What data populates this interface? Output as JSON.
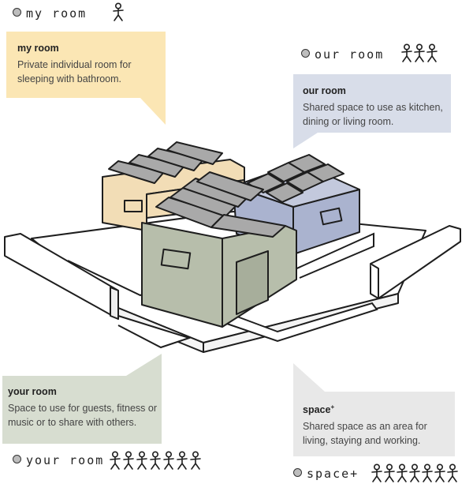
{
  "callouts": {
    "my_room": {
      "title": "my room",
      "text": "Private individual room for sleeping with bathroom."
    },
    "our_room": {
      "title": "our room",
      "text": "Shared space to use as kitchen, dining or living room."
    },
    "your_room": {
      "title": "your room",
      "text": "Space to use for guests, fitness or music or to share with others."
    },
    "space_plus": {
      "title": "space",
      "title_sup": "+",
      "text": "Shared space as an area for living, staying and working."
    }
  },
  "tags": {
    "my_room": "my room",
    "our_room": "our room",
    "your_room": "your room",
    "space_plus": "space+"
  },
  "colors": {
    "my_room": "#fbe6b4",
    "our_room": "#d8dde9",
    "your_room": "#d7ddd0",
    "space_plus": "#e8e8e8",
    "box_my": "#f2ddb6",
    "box_our": "#aab3cf",
    "box_your": "#b7beab",
    "roof": "#a9a9a9"
  },
  "people_counts": {
    "my_room": 1,
    "our_room": 3,
    "your_room": 7,
    "space_plus": 7
  }
}
